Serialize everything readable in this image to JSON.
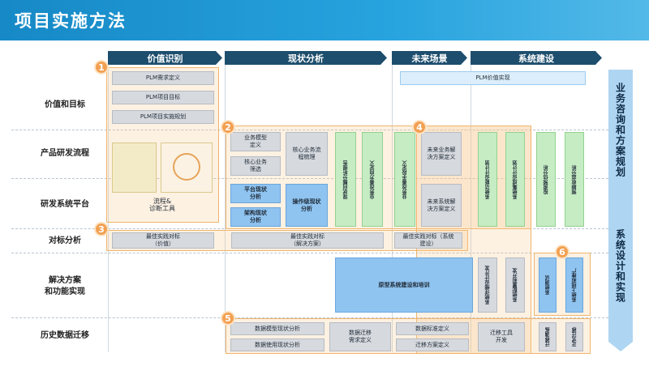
{
  "title": "项目实施方法",
  "phases": [
    "价值识别",
    "现状分析",
    "未来场景",
    "系统建设"
  ],
  "rows": {
    "r1": "价值和目标",
    "r2": "产品研发流程",
    "r3": "研发系统平台",
    "r4": "对标分析",
    "r5a": "解决方案",
    "r5b": "和功能实现",
    "r6": "历史数据迁移"
  },
  "sidebar": [
    "业务咨询和方案规划",
    "系统设计和实现"
  ],
  "badges": [
    "1",
    "2",
    "3",
    "4",
    "5",
    "6"
  ],
  "boxes": {
    "plm_req": "PLM需求定义",
    "plm_goal": "PLM项目目标",
    "plm_plan": "PLM项目实施规划",
    "plm_value": "PLM价值实现",
    "tools": "流程&\n诊断工具",
    "biz_model": "业务模型\n定义",
    "core_filter": "核心业务\n筛选",
    "core_comb": "核心业务流\n程梳理",
    "platform": "平台现状\n分析",
    "arch": "架构现状\n分析",
    "tool_analysis": "操作级现状\n分析",
    "v_report": "现状问题分析报告",
    "v_improve": "业务改善方向定义",
    "v_future_def": "业务改善手段定义",
    "future_biz": "未来业务解\n决方案定义",
    "future_sys": "未来系统解\n决方案定义",
    "v_sys_design": "系统功能设计计划",
    "v_integ_plan": "系统集成设计计划",
    "v_invest": "投资预估分析",
    "v_benefit": "预期收益分析",
    "bp1": "最佳实践对标\n（价值）",
    "bp2": "最佳实践对标\n（解决方案）",
    "bp3": "最佳实践对标（系统\n建设）",
    "prototype": "原型系统建设和培训",
    "v_detail": "系统详细设计开发",
    "v_config": "系统配置和开发",
    "v_test": "系统测试",
    "v_golive": "系统上线和推广",
    "mig1": "数据模型现状分析",
    "mig2": "数据使用现状分析",
    "mig_req": "数据迁移\n需求定义",
    "mig_std": "数据标准定义",
    "mig_plan": "迁移方案定义",
    "mig_tool": "迁移工具\n开发",
    "v_mig_run": "迁移演练",
    "v_mig_formal": "正式迁移"
  },
  "colors": {
    "header": "#1689c6",
    "phase": "#1e4e6e",
    "accent": "#f2a052",
    "side": "#aed5f2"
  }
}
